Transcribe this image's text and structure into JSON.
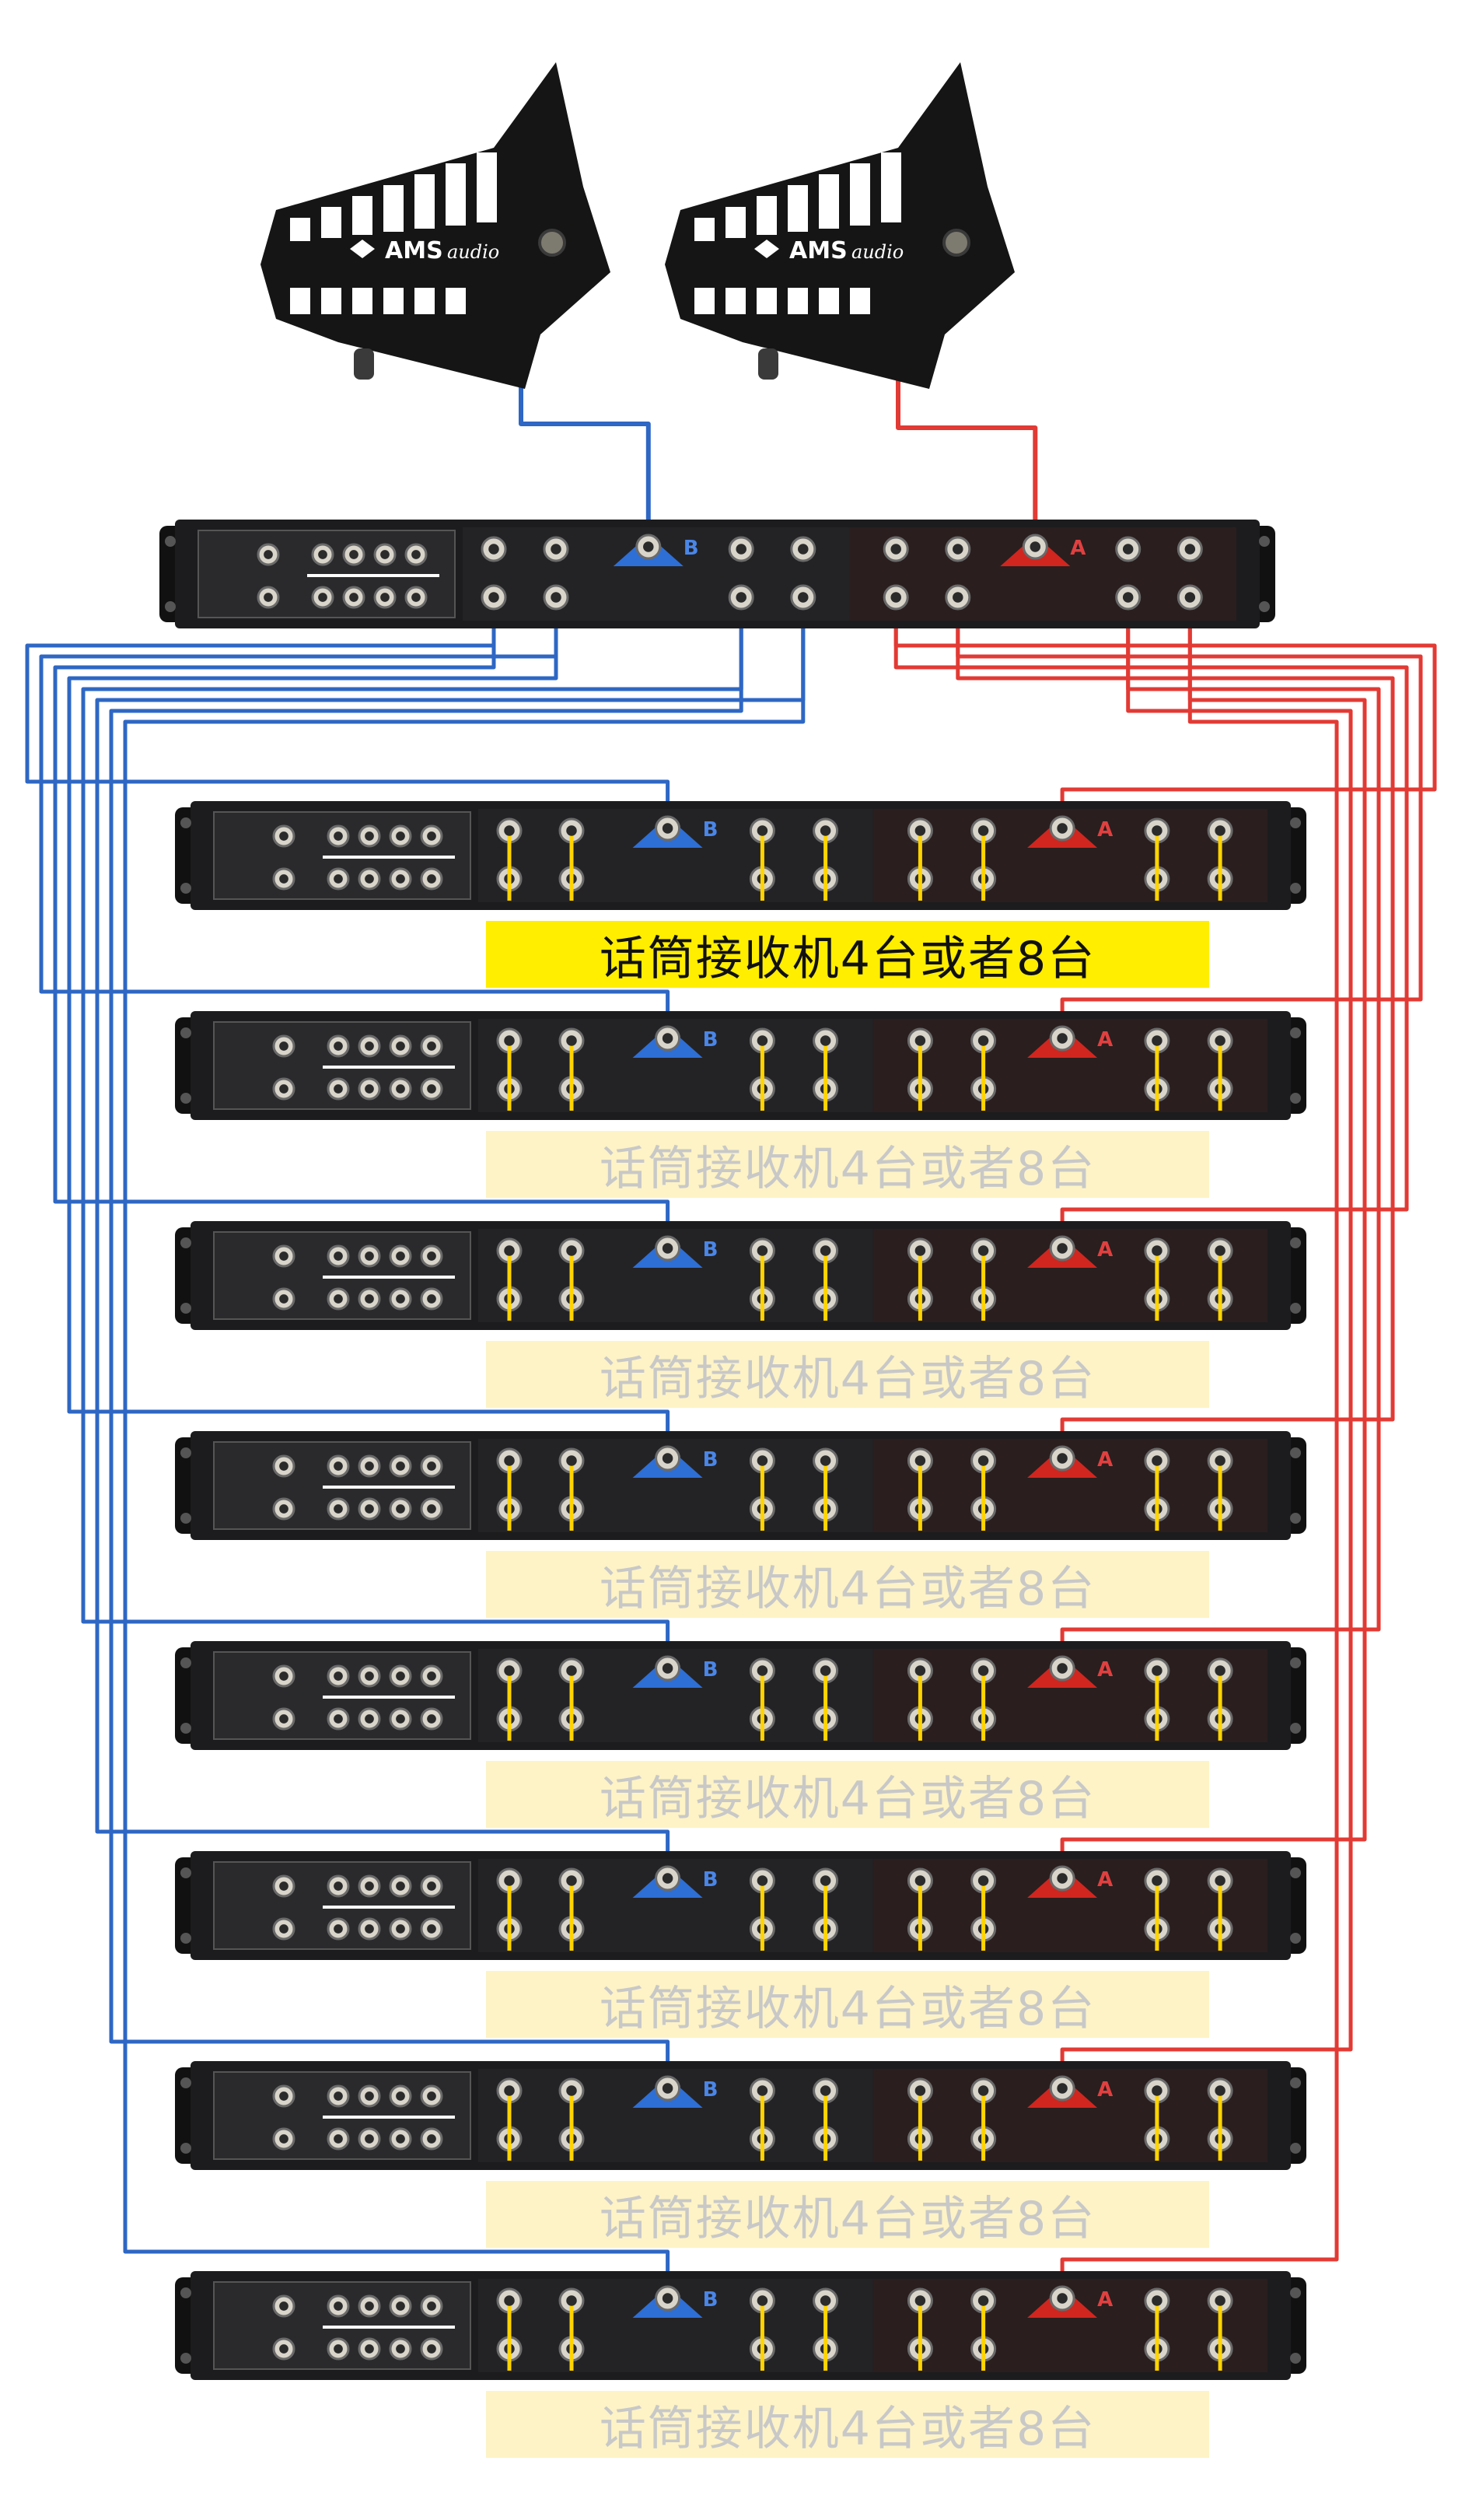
{
  "colors": {
    "blue_cable": "#2e67c4",
    "red_cable": "#e23a34",
    "yellow_jumper": "#ffd400",
    "rack_body": "#1c1c1e",
    "rack_panel": "#2a2a2d",
    "label_primary_bg": "#ffee00",
    "label_ghost_bg": "#fdf3c6",
    "label_ghost_text": "#c8c8c8"
  },
  "antennas": [
    {
      "brand": "AMS",
      "script": "audio",
      "cable": "blue"
    },
    {
      "brand": "AMS",
      "script": "audio",
      "cable": "red"
    }
  ],
  "splitter": {
    "channel_a_badge": "B",
    "channel_b_badge": "A"
  },
  "receivers": [
    {
      "label": "话筒接收机4台或者8台",
      "highlight": true
    },
    {
      "label": "话筒接收机4台或者8台",
      "highlight": false
    },
    {
      "label": "话筒接收机4台或者8台",
      "highlight": false
    },
    {
      "label": "话筒接收机4台或者8台",
      "highlight": false
    },
    {
      "label": "话筒接收机4台或者8台",
      "highlight": false
    },
    {
      "label": "话筒接收机4台或者8台",
      "highlight": false
    },
    {
      "label": "话筒接收机4台或者8台",
      "highlight": false
    },
    {
      "label": "话筒接收机4台或者8台",
      "highlight": false
    }
  ]
}
